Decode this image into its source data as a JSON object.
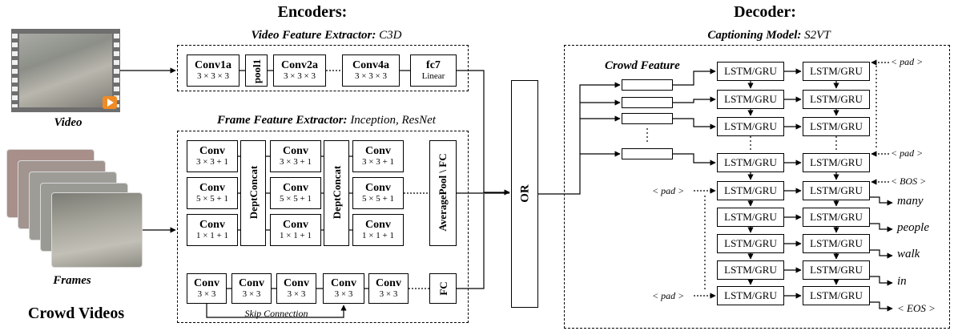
{
  "headings": {
    "encoders": "Encoders:",
    "decoder": "Decoder:"
  },
  "left": {
    "video_label": "Video",
    "frames_label": "Frames",
    "title": "Crowd Videos"
  },
  "video_extractor": {
    "title_bold": "Video Feature Extractor:",
    "title_model": "C3D",
    "layers": [
      {
        "name": "Conv1a",
        "dim": "3 × 3 × 3"
      },
      {
        "name": "pool1",
        "dim": ""
      },
      {
        "name": "Conv2a",
        "dim": "3 × 3 × 3"
      },
      {
        "name": "Conv4a",
        "dim": "3 × 3 × 3"
      },
      {
        "name": "fc7",
        "dim": "Linear"
      }
    ]
  },
  "frame_extractor": {
    "title_bold": "Frame Feature Extractor:",
    "title_model": "Inception, ResNet",
    "conv_label": "Conv",
    "dims": [
      "3 × 3 + 1",
      "5 × 5 + 1",
      "1 × 1 + 1"
    ],
    "concat": "DeptConcat",
    "pool": "AveragePool \\ FC",
    "skip_layers": [
      {
        "name": "Conv",
        "dim": "3 × 3"
      },
      {
        "name": "Conv",
        "dim": "3 × 3"
      },
      {
        "name": "Conv",
        "dim": "3 × 3"
      },
      {
        "name": "Conv",
        "dim": "3 × 3"
      },
      {
        "name": "Conv",
        "dim": "3 × 3"
      }
    ],
    "fc": "FC",
    "skip_label": "Skip Connection"
  },
  "or_label": "OR",
  "decoder": {
    "title_bold": "Captioning Model:",
    "title_model": "S2VT",
    "crowd_feature": "Crowd Feature",
    "cell_label": "LSTM/GRU",
    "pad": "< pad >",
    "bos": "< BOS >",
    "outputs": [
      "many",
      "people",
      "walk",
      "in",
      "< EOS >"
    ]
  }
}
